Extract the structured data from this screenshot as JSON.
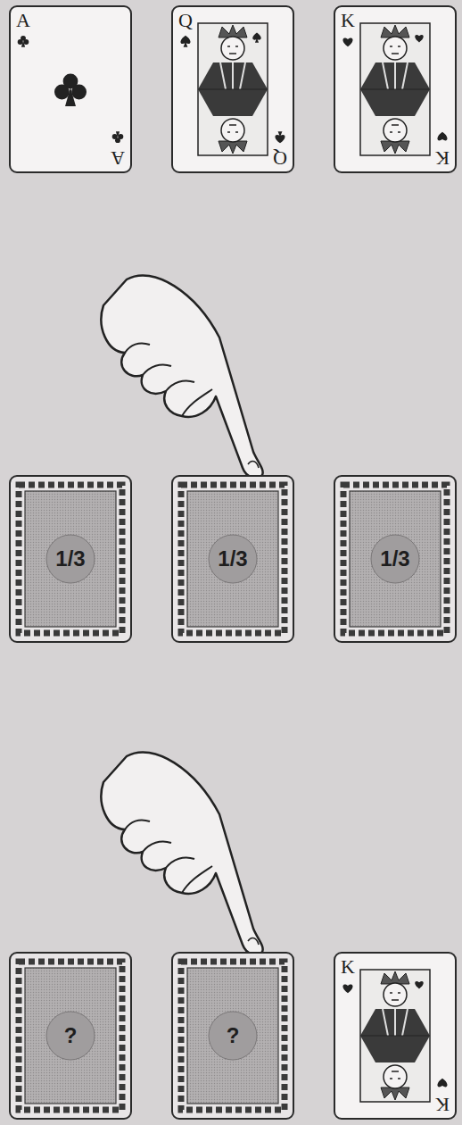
{
  "diagram": {
    "nodes": [
      {
        "text": [
          "A",
          "A"
        ]
      },
      {
        "text": [
          "Q",
          "Q"
        ]
      },
      {
        "text": [
          "K",
          "K"
        ]
      },
      {
        "text": [
          "1/3"
        ]
      },
      {
        "text": [
          "1/3"
        ]
      },
      {
        "text": [
          "1/3"
        ]
      },
      {
        "text": [
          "?"
        ]
      },
      {
        "text": [
          "?"
        ]
      },
      {
        "text": [
          "K",
          "K"
        ]
      }
    ]
  }
}
